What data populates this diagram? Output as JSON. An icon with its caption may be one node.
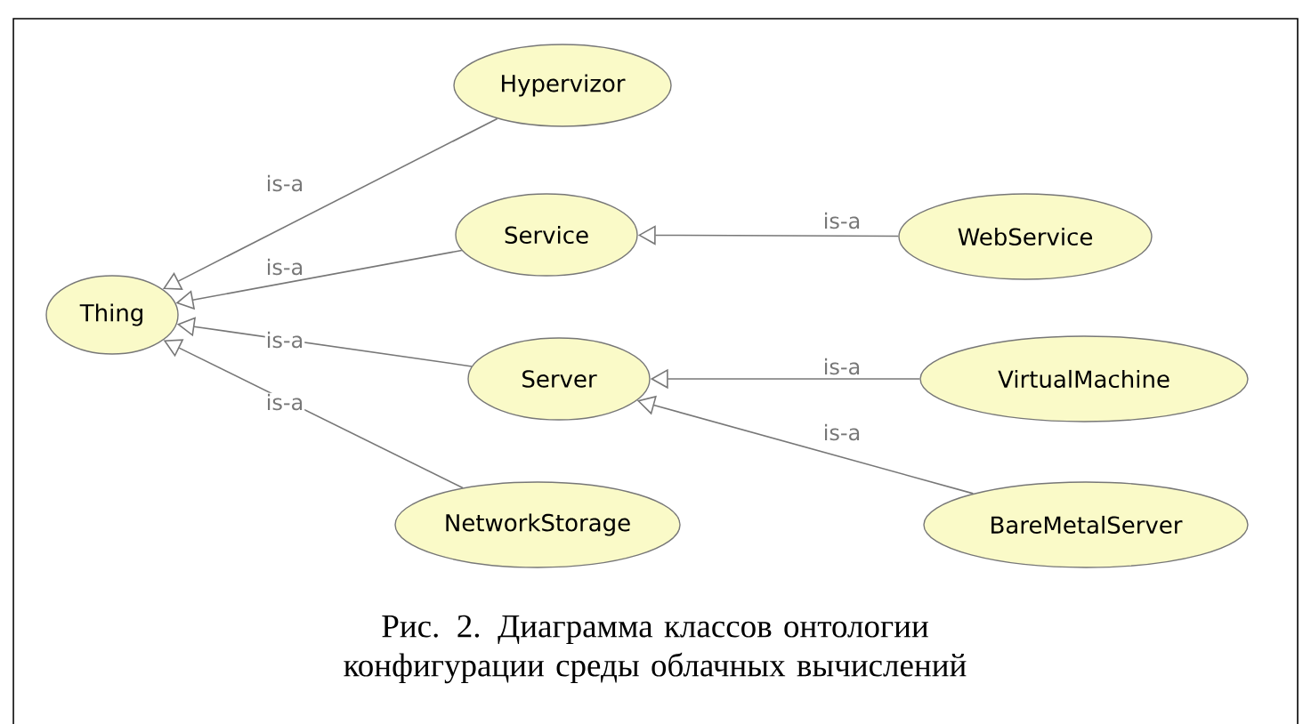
{
  "diagram": {
    "caption": "Рис. 2. Диаграмма классов онтологии конфигурации среды облачных вычислений",
    "nodes": [
      {
        "text": [
          "Thing"
        ]
      },
      {
        "text": [
          "Hypervizor"
        ]
      },
      {
        "text": [
          "Service"
        ]
      },
      {
        "text": [
          "WebService"
        ]
      },
      {
        "text": [
          "Server"
        ]
      },
      {
        "text": [
          "VirtualMachine"
        ]
      },
      {
        "text": [
          "NetworkStorage"
        ]
      },
      {
        "text": [
          "BareMetalServer"
        ]
      }
    ],
    "edges": [
      {
        "from": 1,
        "to": 0,
        "arrow": "to",
        "label": "is-a"
      },
      {
        "from": 2,
        "to": 0,
        "arrow": "to",
        "label": "is-a"
      },
      {
        "from": 4,
        "to": 0,
        "arrow": "to",
        "label": "is-a"
      },
      {
        "from": 6,
        "to": 0,
        "arrow": "to",
        "label": "is-a"
      },
      {
        "from": 3,
        "to": 2,
        "arrow": "to",
        "label": "is-a"
      },
      {
        "from": 5,
        "to": 4,
        "arrow": "to",
        "label": "is-a"
      },
      {
        "from": 7,
        "to": 4,
        "arrow": "to",
        "label": "is-a"
      }
    ]
  }
}
